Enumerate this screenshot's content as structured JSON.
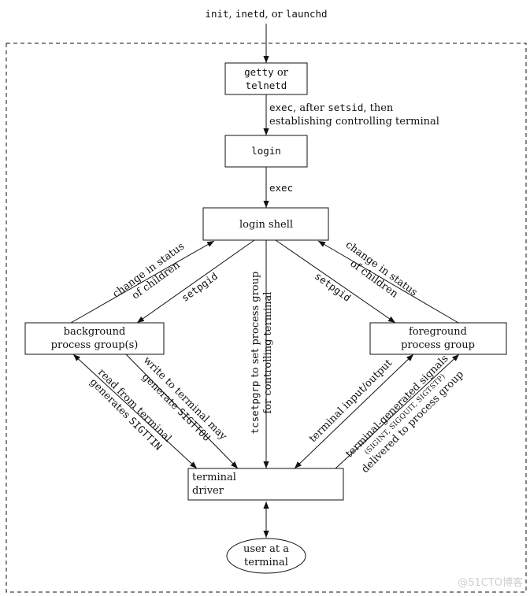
{
  "top_source": {
    "init": "init",
    "sep1": ", ",
    "inetd": "inetd",
    "sep2": ", or ",
    "launchd": "launchd"
  },
  "nodes": {
    "getty": {
      "line1": "getty",
      "line1_tail": " or",
      "line2": "telnetd"
    },
    "login": {
      "label": "login"
    },
    "login_shell": {
      "label": "login shell"
    },
    "background": {
      "line1": "background",
      "line2": "process group(s)"
    },
    "foreground": {
      "line1": "foreground",
      "line2": "process group"
    },
    "terminal_driver": {
      "line1": "terminal",
      "line2": "driver"
    },
    "user": {
      "line1": "user at a",
      "line2": "terminal"
    }
  },
  "edges": {
    "getty_login": {
      "exec": "exec",
      "after": ", after ",
      "setsid": "setsid",
      "then": ", then",
      "line2": "establishing controlling terminal"
    },
    "login_shell": {
      "label": "exec"
    },
    "bg_change": {
      "line1": "change in status",
      "line2": "of children"
    },
    "fg_change": {
      "line1": "change in status",
      "line2": "of children"
    },
    "shell_bg": {
      "label": "setpgid"
    },
    "shell_fg": {
      "label": "setpgid"
    },
    "tcsetpgrp": {
      "cmd": "tcsetpgrp",
      "rest": " to set process group",
      "line2": "for controlling terminal"
    },
    "write": {
      "line1": "write to terminal may",
      "line2_a": "generate ",
      "line2_b": "SIGTTOU"
    },
    "read": {
      "line1": "read from terminal",
      "line2_a": "generates ",
      "line2_b": "SIGTTIN"
    },
    "io": {
      "label": "terminal input/output"
    },
    "signals": {
      "line1": "terminal-generated signals",
      "line2": "(SIGINT, SIGQUIT, SIGTSTP)",
      "line3": "delivered to process group"
    }
  },
  "watermark": "@51CTO博客"
}
